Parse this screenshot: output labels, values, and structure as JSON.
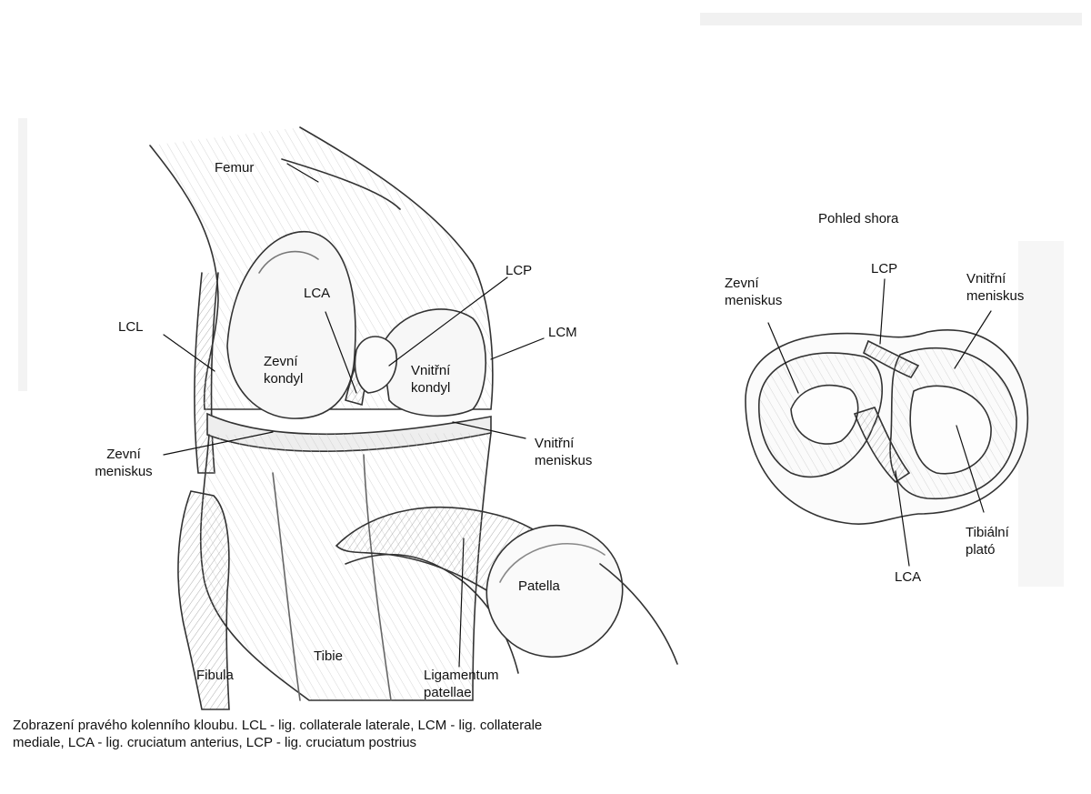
{
  "front_view": {
    "labels": {
      "femur": "Femur",
      "lca": "LCA",
      "lcp": "LCP",
      "lcl": "LCL",
      "lcm": "LCM",
      "zevni_kondyl": [
        "Zevní",
        "kondyl"
      ],
      "vnitrni_kondyl": [
        "Vnitřní",
        "kondyl"
      ],
      "zevni_meniskus": [
        "Zevní",
        "meniskus"
      ],
      "vnitrni_meniskus": [
        "Vnitřní",
        "meniskus"
      ],
      "patella": "Patella",
      "fibula": "Fibula",
      "tibie": "Tibie",
      "ligamentum_patellae": [
        "Ligamentum",
        "patellae"
      ]
    }
  },
  "top_view": {
    "title": "Pohled shora",
    "labels": {
      "lcp": "LCP",
      "zevni_meniskus": [
        "Zevní",
        "meniskus"
      ],
      "vnitrni_meniskus": [
        "Vnitřní",
        "meniskus"
      ],
      "tibialni_plato": [
        "Tibiální",
        "plató"
      ],
      "lca": "LCA"
    }
  },
  "caption": [
    "Zobrazení pravého kolenního kloubu. LCL - lig. collaterale laterale, LCM - lig. collaterale",
    "mediale, LCA - lig. cruciatum anterius, LCP - lig. cruciatum postrius"
  ]
}
